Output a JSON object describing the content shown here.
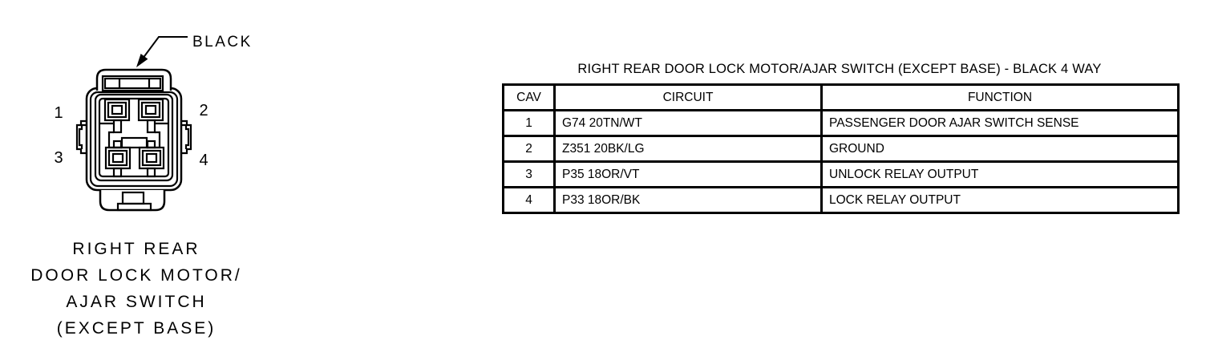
{
  "connector": {
    "color_label": "BLACK",
    "pins": [
      "1",
      "2",
      "3",
      "4"
    ],
    "caption_lines": [
      "RIGHT REAR",
      "DOOR LOCK MOTOR/",
      "AJAR SWITCH",
      "(EXCEPT BASE)"
    ]
  },
  "table": {
    "title": "RIGHT REAR DOOR LOCK MOTOR/AJAR SWITCH (EXCEPT BASE) - BLACK 4 WAY",
    "headers": [
      "CAV",
      "CIRCUIT",
      "FUNCTION"
    ],
    "rows": [
      {
        "cav": "1",
        "circuit": "G74 20TN/WT",
        "function": "PASSENGER DOOR AJAR SWITCH SENSE"
      },
      {
        "cav": "2",
        "circuit": "Z351 20BK/LG",
        "function": "GROUND"
      },
      {
        "cav": "3",
        "circuit": "P35 18OR/VT",
        "function": "UNLOCK RELAY OUTPUT"
      },
      {
        "cav": "4",
        "circuit": "P33 18OR/BK",
        "function": "LOCK RELAY OUTPUT"
      }
    ]
  },
  "colors": {
    "ink": "#000000",
    "background": "#ffffff"
  }
}
